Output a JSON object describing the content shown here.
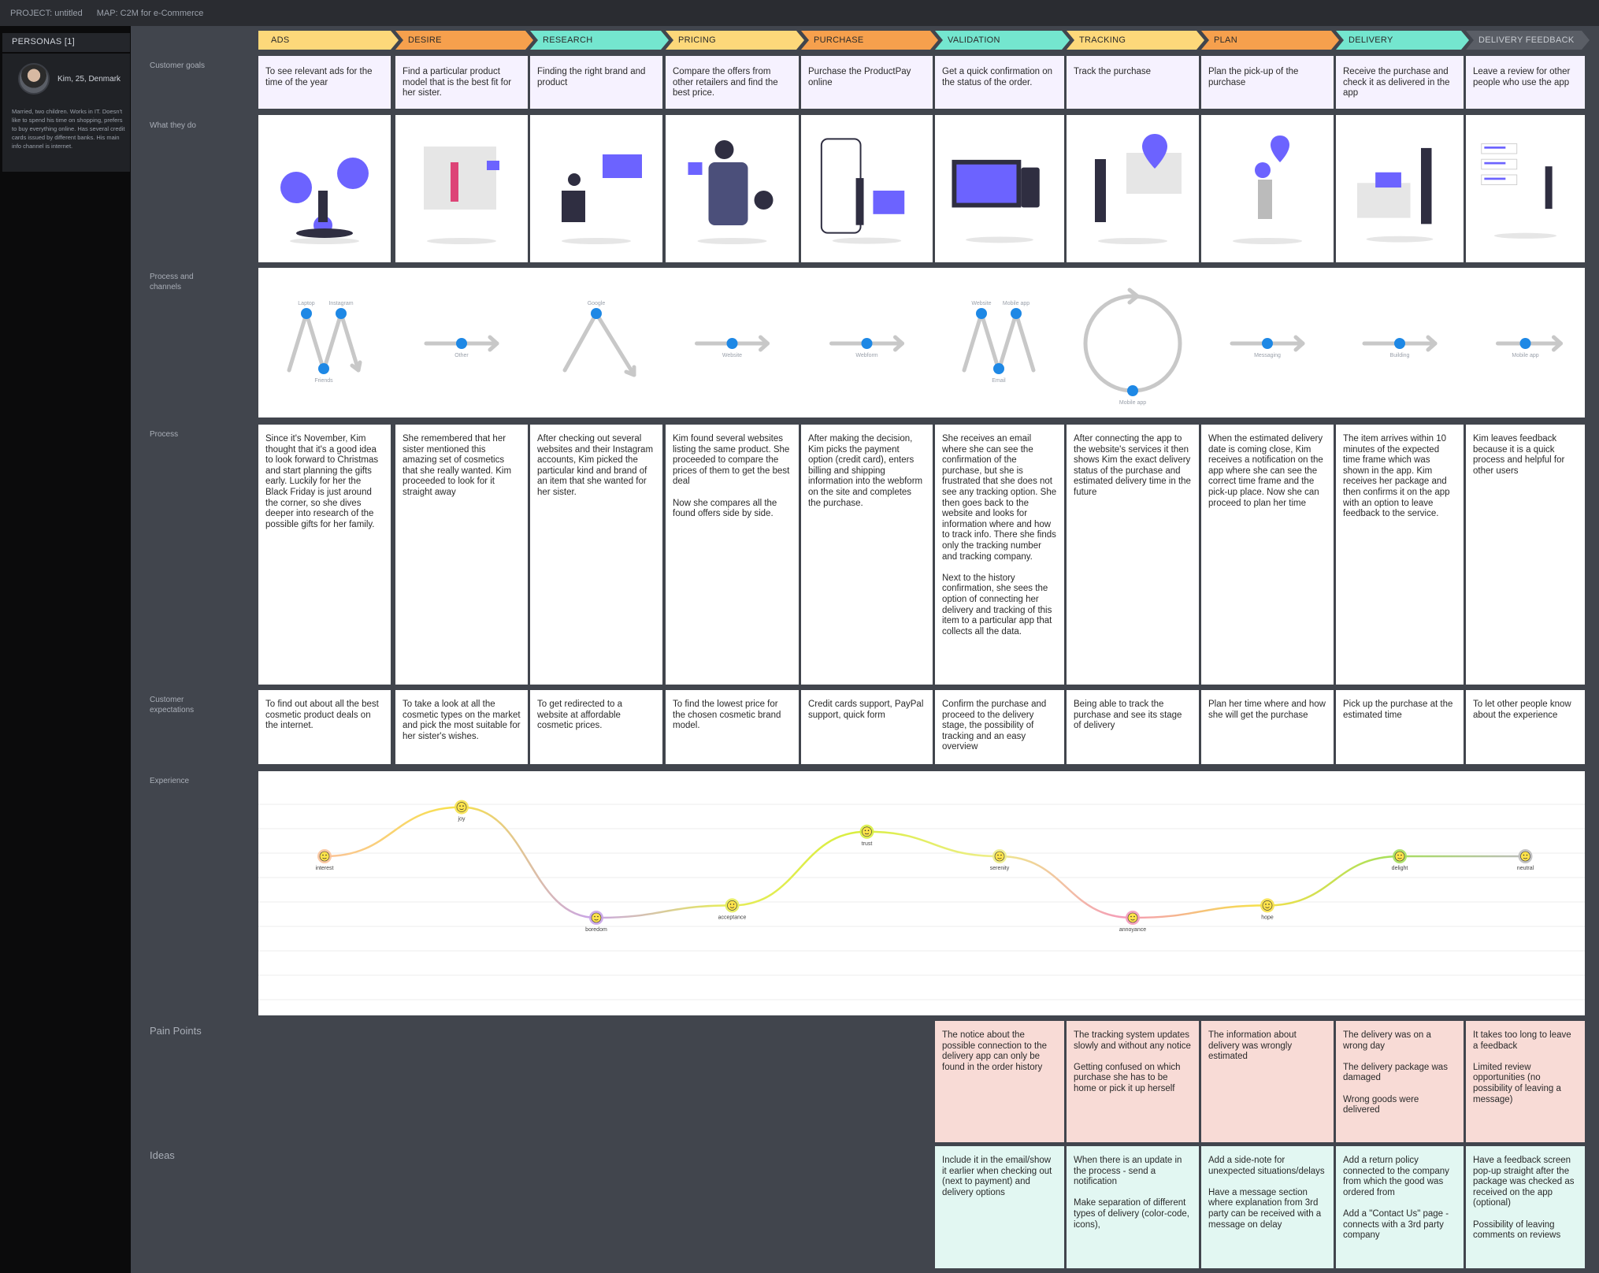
{
  "topbar": {
    "project": "PROJECT: untitled",
    "map": "MAP: C2M for e-Commerce"
  },
  "personas": {
    "header": "PERSONAS [1]",
    "name": "Kim, 25, Denmark",
    "bio": " Married, two children. Works in IT. Doesn't like to spend his time on shopping, prefers to buy everything online. Has several credit cards issued by different banks. His main info channel is internet."
  },
  "row_labels": {
    "goals": "Customer goals",
    "doing": "What they do",
    "channels": "Process and channels",
    "process": "Process",
    "expectations": "Customer expectations",
    "experience": "Experience",
    "pain": "Pain Points",
    "ideas": "Ideas"
  },
  "stages": [
    {
      "label": "ADS",
      "color": "#fdd87a"
    },
    {
      "label": "DESIRE",
      "color": "#f6a04d"
    },
    {
      "label": "RESEARCH",
      "color": "#74e6cf"
    },
    {
      "label": "PRICING",
      "color": "#fdd87a"
    },
    {
      "label": "PURCHASE",
      "color": "#f6a04d"
    },
    {
      "label": "VALIDATION",
      "color": "#74e6cf"
    },
    {
      "label": "TRACKING",
      "color": "#fdd87a"
    },
    {
      "label": "PLAN",
      "color": "#f6a04d"
    },
    {
      "label": "DELIVERY",
      "color": "#74e6cf"
    },
    {
      "label": "DELIVERY FEEDBACK",
      "color": "#5a5e66"
    }
  ],
  "goals": [
    "To see relevant ads for the time of the year",
    "Find a particular product model that is the best fit for her sister.",
    "Finding the right brand and product",
    "Compare the offers from other retailers and find the best price.",
    "Purchase the ProductPay online",
    "Get a quick confirmation on the status of the order.",
    "Track the purchase",
    "Plan the pick-up of the purchase",
    "Receive the purchase and check it as delivered in the app",
    "Leave a review for other people who use the app"
  ],
  "illustrations": [
    "chat-person-illustration",
    "shopping-person-illustration",
    "desk-research-illustration",
    "pricing-person-illustration",
    "mobile-cart-illustration",
    "devices-illustration",
    "map-tracking-illustration",
    "location-pin-illustration",
    "delivery-house-illustration",
    "review-list-illustration"
  ],
  "channels": {
    "labels": [
      "Laptop",
      "Instagram",
      "Friends",
      "Other",
      "Google",
      "Website",
      "Webform",
      "Website",
      "Mobile app",
      "Email",
      "Mobile app",
      "Messaging",
      "Building",
      "Mobile app"
    ],
    "accent": "#1e88e5"
  },
  "process": [
    "Since it's November, Kim thought that it's a good idea to look forward to Christmas and start planning the gifts early. Luckily for her the Black Friday is just around the corner, so she dives deeper into research of the possible gifts for her family.",
    "She remembered that her sister mentioned this amazing set of cosmetics that she really wanted. Kim proceeded to look for it straight away",
    "After checking out several websites and their Instagram accounts,  Kim picked the particular kind and brand of an item that she wanted for her sister.",
    "Kim found several websites listing the same product. She proceeded to compare the prices of them to get the best deal\n\nNow she compares all the found offers side by side.",
    "After making the decision, Kim picks the payment option (credit card), enters billing and shipping information into the webform on the site and completes the purchase.",
    "She receives an email where she can see the confirmation of the purchase, but she is frustrated that she does not see any tracking option. She then goes back to the website and looks for information where and how to track info. There she finds only the tracking number and tracking company.\n\nNext to the history confirmation, she sees the option of connecting her delivery and tracking of this item to a particular app that collects all the data.",
    "After connecting the app to the website's services it then shows Kim the exact delivery status of the purchase and estimated delivery time in the future",
    "When the estimated delivery date is coming close, Kim receives a notification on the app where she can see the correct time frame and the pick-up place. Now she can proceed to plan her time",
    "The item arrives within 10 minutes of the expected time frame which was shown in the app. Kim receives her package and then confirms it on the app with an option to leave feedback to the service.",
    "Kim leaves feedback because it is a quick process and helpful for other users"
  ],
  "expectations": [
    "To find out about all the best cosmetic product deals on the internet.",
    "To take a look at all the cosmetic types on the market and pick the most suitable for her sister's wishes.",
    "To get redirected to a website at affordable cosmetic prices.",
    "To find the lowest price for the chosen cosmetic brand model.",
    "Credit cards support, PayPal support, quick form",
    "Confirm the purchase and proceed to the delivery stage, the possibility of tracking and an easy overview",
    "Being able to track the purchase and see its stage of delivery",
    "Plan her time where and how she will get the purchase",
    "Pick up the purchase at the estimated time",
    "To let other people know about the experience"
  ],
  "experience": {
    "emotions": [
      "interest",
      "joy",
      "boredom",
      "acceptance",
      "trust",
      "serenity",
      "annoyance",
      "hope",
      "delight",
      "neutral"
    ],
    "levels": [
      0.5,
      0.9,
      0.0,
      0.1,
      0.7,
      0.5,
      0.0,
      0.1,
      0.5,
      0.5
    ],
    "colors": [
      "#fbc39a",
      "#f7e24a",
      "#c9a4e8",
      "#e6ec5a",
      "#d9ee40",
      "#eeee8a",
      "#f59ab9",
      "#f6e04a",
      "#a6e05a",
      "#bdbdbd"
    ]
  },
  "pain_points": [
    "The notice about the possible connection to the delivery app can only be found in the order history",
    "The tracking system updates slowly and without any notice\n\nGetting confused on which purchase she has to be home or pick it up herself",
    "The information about delivery was wrongly estimated",
    "The delivery was on a wrong day\n\nThe delivery package was damaged\n\nWrong goods were delivered",
    "It takes too long to leave a feedback\n\nLimited review opportunities (no possibility of leaving a message)"
  ],
  "ideas": [
    "Include it in the email/show it earlier when checking out (next to payment) and delivery options",
    "When there is an update in the process - send a notification\n\nMake separation of different types of delivery (color-code, icons),",
    "Add a side-note for unexpected situations/delays\n\nHave a message section where explanation from 3rd party can be received with a message on delay",
    "Add a return policy connected to the company from which the good was ordered from\n\nAdd a \"Contact Us\" page - connects with a 3rd party company",
    "Have a feedback screen pop-up straight after the package was checked as received on the app (optional)\n\nPossibility of leaving comments on reviews"
  ]
}
